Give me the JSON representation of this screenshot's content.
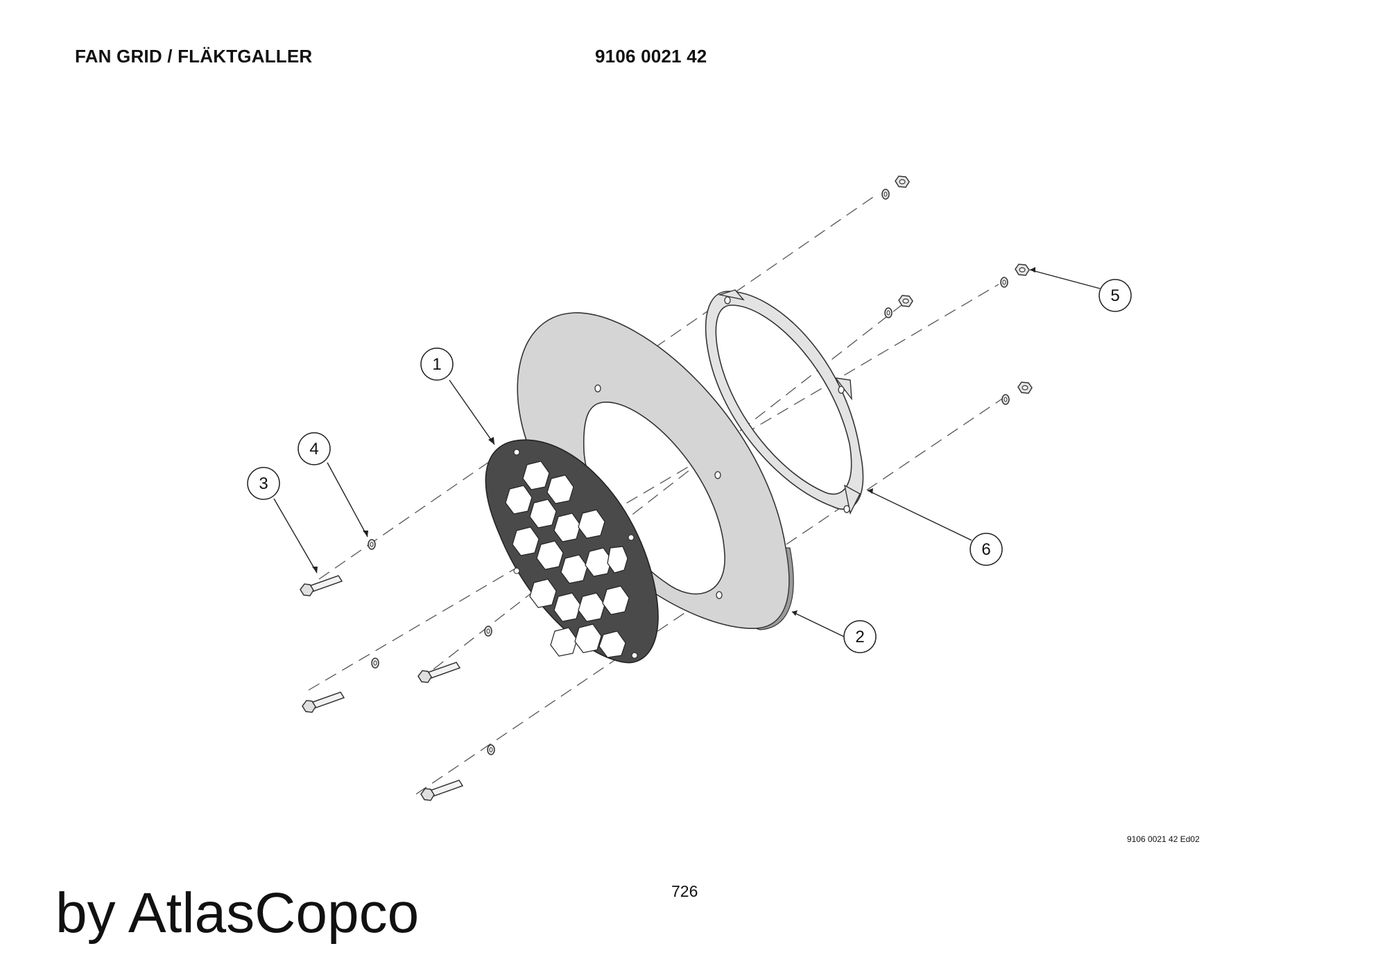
{
  "header": {
    "title": "FAN GRID / FLÄKTGALLER",
    "part_number": "9106 0021 42"
  },
  "callouts": [
    {
      "num": "1"
    },
    {
      "num": "2"
    },
    {
      "num": "3"
    },
    {
      "num": "4"
    },
    {
      "num": "5"
    },
    {
      "num": "6"
    }
  ],
  "footer": {
    "drawing_ref": "9106 0021 42 Ed02",
    "page_number": "726",
    "brand": "by AtlasCopco"
  }
}
